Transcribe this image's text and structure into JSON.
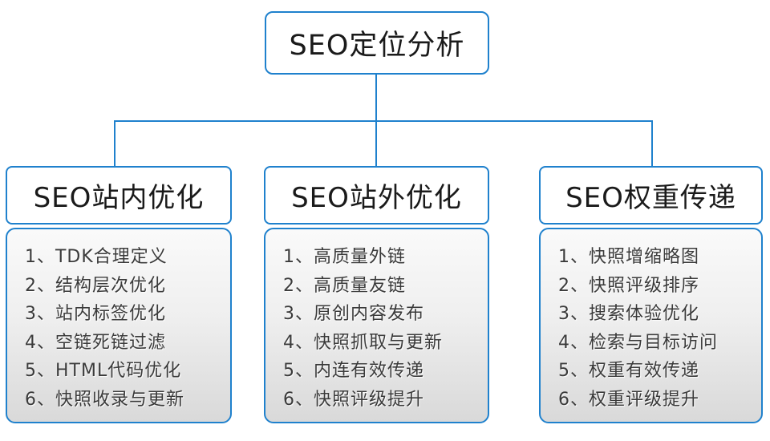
{
  "root": {
    "title": "SEO定位分析"
  },
  "columns": [
    {
      "title": "SEO站内优化",
      "items": [
        "1、TDK合理定义",
        "2、结构层次优化",
        "3、站内标签优化",
        "4、空链死链过滤",
        "5、HTML代码优化",
        "6、快照收录与更新"
      ]
    },
    {
      "title": "SEO站外优化",
      "items": [
        "1、高质量外链",
        "2、高质量友链",
        "3、原创内容发布",
        "4、快照抓取与更新",
        "5、内连有效传递",
        "6、快照评级提升"
      ]
    },
    {
      "title": "SEO权重传递",
      "items": [
        "1、快照增缩略图",
        "2、快照评级排序",
        "3、搜索体验优化",
        "4、检索与目标访问",
        "5、权重有效传递",
        "6、权重评级提升"
      ]
    }
  ],
  "colors": {
    "line_blue": "#1f81cd",
    "panel_gradient_top": "#fafafa",
    "panel_gradient_bottom": "#d9d9d9",
    "text_dark": "#1a1a1a",
    "text_item": "#3a3a3a"
  }
}
